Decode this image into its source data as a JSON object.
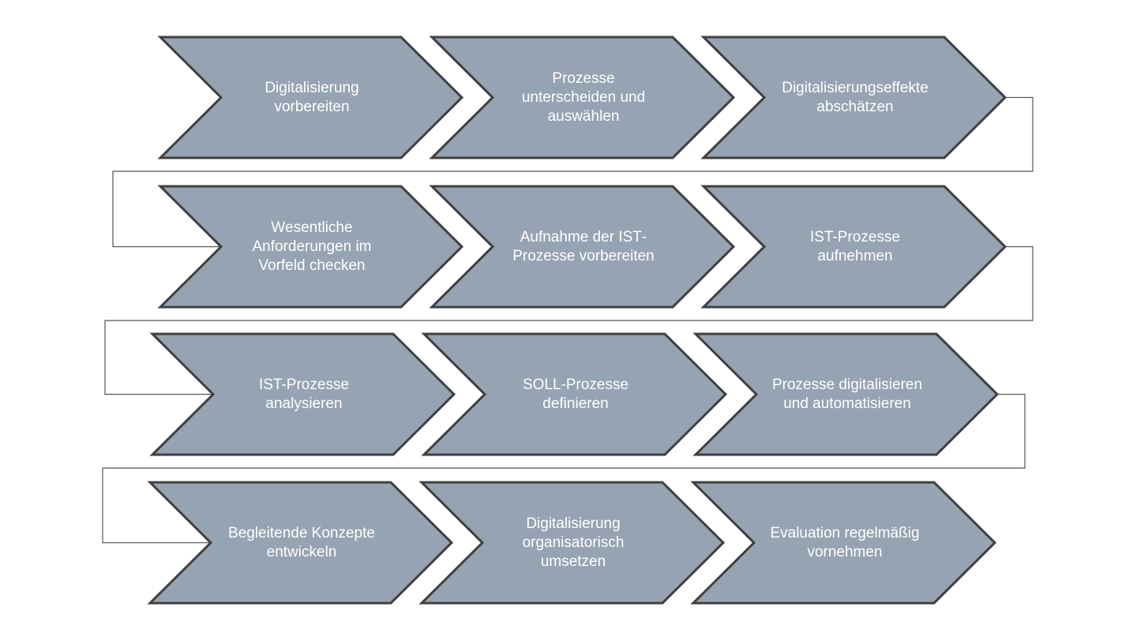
{
  "process": {
    "rows": [
      {
        "steps": [
          {
            "label": "Digitalisierung\nvorbereiten"
          },
          {
            "label": "Prozesse\nunterscheiden und\nauswählen"
          },
          {
            "label": "Digitalisierungseffekte\nabschätzen"
          }
        ]
      },
      {
        "steps": [
          {
            "label": "Wesentliche\nAnforderungen im\nVorfeld checken"
          },
          {
            "label": "Aufnahme der IST‑\nProzesse vorbereiten"
          },
          {
            "label": "IST-Prozesse aufnehmen"
          }
        ]
      },
      {
        "steps": [
          {
            "label": "IST-Prozesse analysieren"
          },
          {
            "label": "SOLL-Prozesse\ndefinieren"
          },
          {
            "label": "Prozesse digitalisieren\nund automatisieren"
          }
        ]
      },
      {
        "steps": [
          {
            "label": "Begleitende Konzepte\nentwickeln"
          },
          {
            "label": "Digitalisierung\norganisatorisch\numsetzen"
          },
          {
            "label": "Evaluation regelmäßig\nvornehmen"
          }
        ]
      }
    ],
    "colors": {
      "chevron_fill": "#96a3b2",
      "chevron_border": "#404040",
      "connector": "#555555",
      "label_text": "#ffffff"
    },
    "shape": "chevron"
  }
}
